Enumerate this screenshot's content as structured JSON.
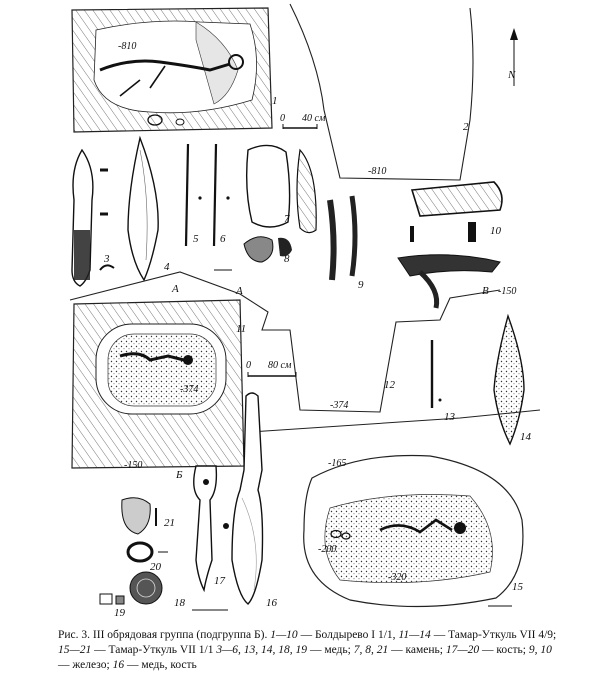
{
  "figure": {
    "number_labels": {
      "f1": "1",
      "f2": "2",
      "f3": "3",
      "f4": "4",
      "f5": "5",
      "f6": "6",
      "f7": "7",
      "f8": "8",
      "f9": "9",
      "f10": "10",
      "f11": "11",
      "f12": "12",
      "f13": "13",
      "f14": "14",
      "f15": "15",
      "f16": "16",
      "f17": "17",
      "f18": "18",
      "f19": "19",
      "f20": "20",
      "f21": "21"
    },
    "depth_labels": {
      "d810a": "-810",
      "d810b": "-810",
      "d374a": "-374",
      "d374b": "-374",
      "d150a": "-150",
      "d150b": "-150",
      "d165": "-165",
      "d200": "-200",
      "d320": "-320"
    },
    "scales": {
      "s1_zero": "0",
      "s1_value": "40 см",
      "s2_zero": "0",
      "s2_value": "80 см"
    },
    "section_letters": {
      "a1": "А",
      "a2": "А",
      "b1": "Б",
      "b2": "В"
    },
    "north": "N"
  },
  "caption": {
    "prefix": "Рис. 3. III обрядовая группа (подгруппа Б).",
    "r1": "1—10",
    "t1": "— Болдырево I 1/1,",
    "r2": "11—14",
    "t2": "— Тамар-Уткуль VII 4/9;",
    "r3": "15—21",
    "t3": "— Тамар-Уткуль VII 1/1",
    "r4": "3—6, 13, 14, 18, 19",
    "t4": "— медь;",
    "r5": "7, 8, 21",
    "t5": "— камень;",
    "r6": "17—20",
    "t6": "— кость;",
    "r7": "9, 10",
    "t7": "— железо;",
    "r8": "16",
    "t8": "— медь, кость"
  }
}
